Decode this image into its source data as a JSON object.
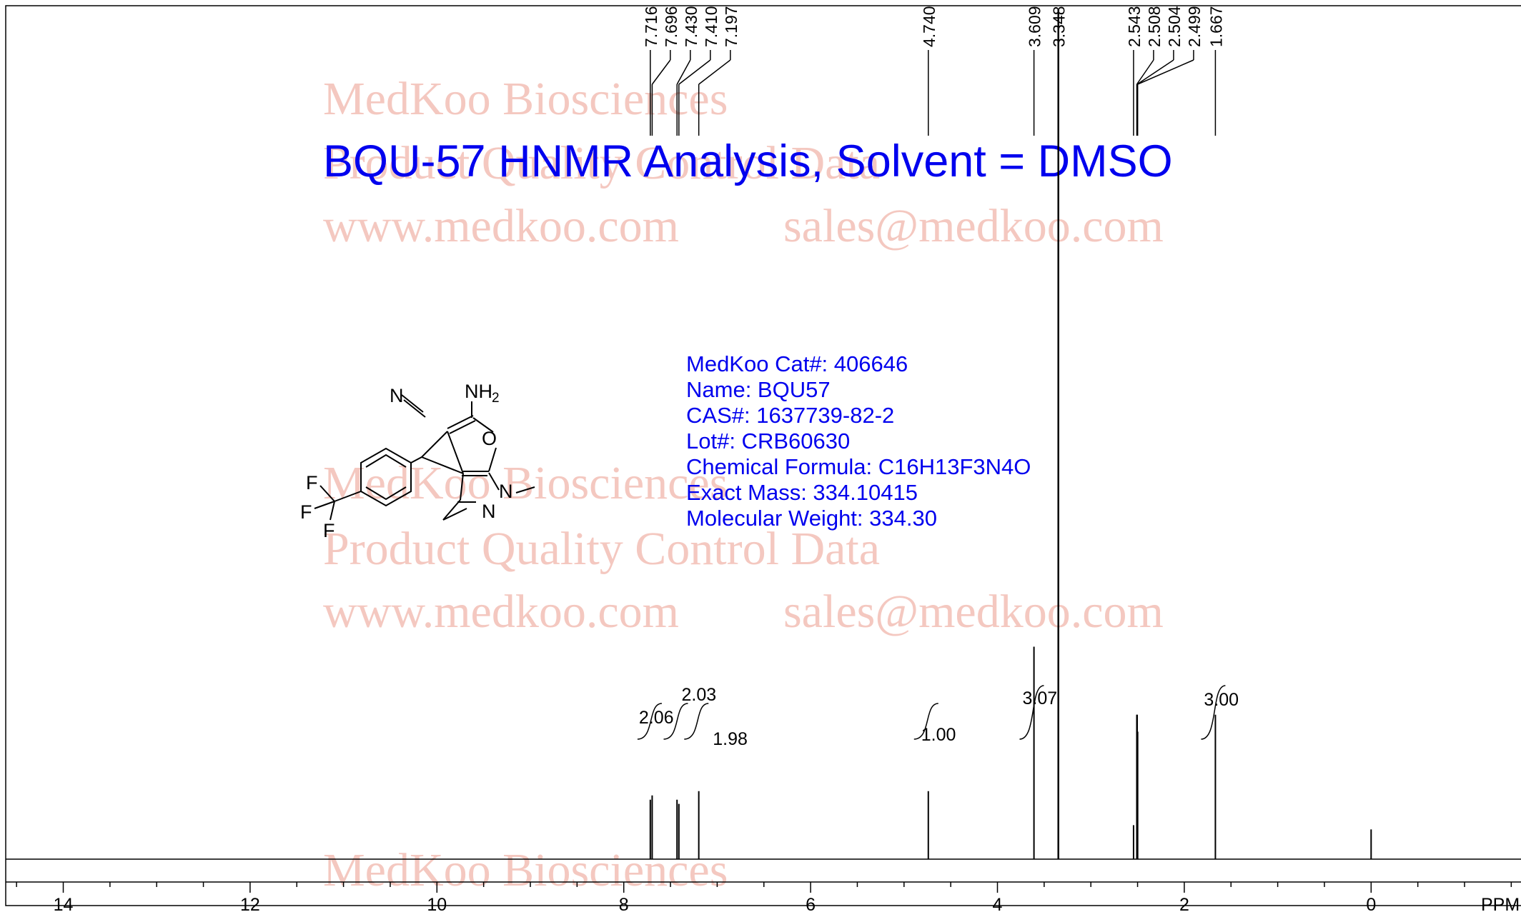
{
  "colors": {
    "title": "#0000ee",
    "info": "#0000ee",
    "watermark": "#f4c8c0",
    "spectrum": "#000000",
    "axis": "#000000"
  },
  "watermark": {
    "line1": "MedKoo Biosciences",
    "line2": "Product Quality Control Data",
    "line3_site": "www.medkoo.com",
    "line3_mail": "sales@medkoo.com"
  },
  "info": {
    "cat": "MedKoo Cat#: 406646",
    "name": "Name: BQU57",
    "cas": "CAS#: 1637739-82-2",
    "lot": "Lot#: CRB60630",
    "formula": "Chemical Formula: C16H13F3N4O",
    "exact_mass": "Exact Mass: 334.10415",
    "mw": "Molecular Weight: 334.30"
  },
  "structure": {
    "atoms": {
      "n_nitrile": "N",
      "n_amine": "NH",
      "n_amine_sub": "2",
      "o_ring": "O",
      "n1": "N",
      "n2": "N",
      "f1": "F",
      "f2": "F",
      "f3": "F"
    }
  },
  "chart_data": {
    "type": "line",
    "title": "BQU-57 HNMR Analysis, Solvent = DMSO",
    "xlabel": "PPM",
    "x_reversed": true,
    "xlim": [
      15.0,
      -1.5
    ],
    "x_ticks": [
      14,
      12,
      10,
      8,
      6,
      4,
      2,
      0
    ],
    "x_tick_labels": [
      "14",
      "12",
      "10",
      "8",
      "6",
      "4",
      "2",
      "0"
    ],
    "peak_labels": [
      "7.716",
      "7.696",
      "7.430",
      "7.410",
      "7.197",
      "4.740",
      "3.609",
      "3.348",
      "2.543",
      "2.508",
      "2.504",
      "2.499",
      "1.667"
    ],
    "peaks": [
      {
        "ppm": 7.716,
        "height": 0.07
      },
      {
        "ppm": 7.696,
        "height": 0.075
      },
      {
        "ppm": 7.43,
        "height": 0.07
      },
      {
        "ppm": 7.41,
        "height": 0.065
      },
      {
        "ppm": 7.197,
        "height": 0.08
      },
      {
        "ppm": 4.74,
        "height": 0.08
      },
      {
        "ppm": 3.609,
        "height": 0.25
      },
      {
        "ppm": 3.348,
        "height": 1.0
      },
      {
        "ppm": 2.543,
        "height": 0.04
      },
      {
        "ppm": 2.508,
        "height": 0.17
      },
      {
        "ppm": 2.504,
        "height": 0.17
      },
      {
        "ppm": 2.499,
        "height": 0.15
      },
      {
        "ppm": 1.667,
        "height": 0.17
      },
      {
        "ppm": 0.0,
        "height": 0.035
      }
    ],
    "integrals": [
      {
        "ppm": 7.7,
        "label": "2.06"
      },
      {
        "ppm": 7.42,
        "label": "2.03"
      },
      {
        "ppm": 7.2,
        "label": "1.98"
      },
      {
        "ppm": 4.74,
        "label": "1.00"
      },
      {
        "ppm": 3.61,
        "label": "3.07"
      },
      {
        "ppm": 1.667,
        "label": "3.00"
      }
    ]
  }
}
